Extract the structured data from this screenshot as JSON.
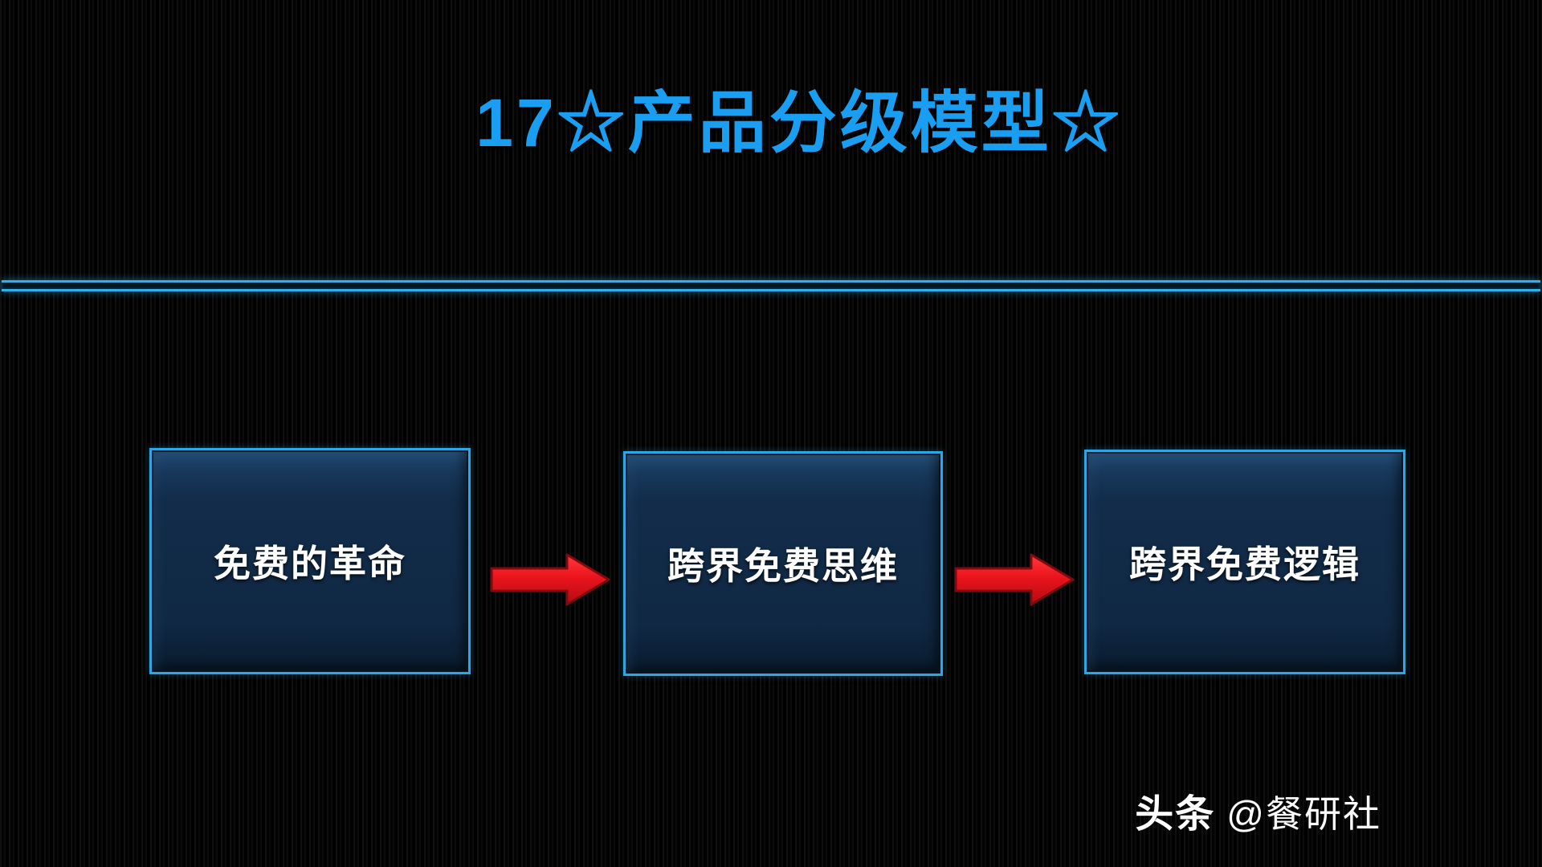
{
  "slide": {
    "title": "17☆产品分级模型☆",
    "boxes": [
      {
        "label": "免费的革命"
      },
      {
        "label": "跨界免费思维"
      },
      {
        "label": "跨界免费逻辑"
      }
    ],
    "arrows": [
      {
        "name": "arrow-1",
        "direction": "right"
      },
      {
        "name": "arrow-2",
        "direction": "right"
      }
    ],
    "watermark": {
      "brand": "头条",
      "handle": "@餐研社"
    },
    "colors": {
      "title": "#1a9ef2",
      "box_border": "#2ea6e4",
      "box_fill": "#122c4a",
      "arrow_fill": "#e8151d",
      "arrow_edge": "#7e0a0f",
      "separator": "#2fb0ea",
      "background": "#000000",
      "box_text": "#ffffff"
    }
  }
}
